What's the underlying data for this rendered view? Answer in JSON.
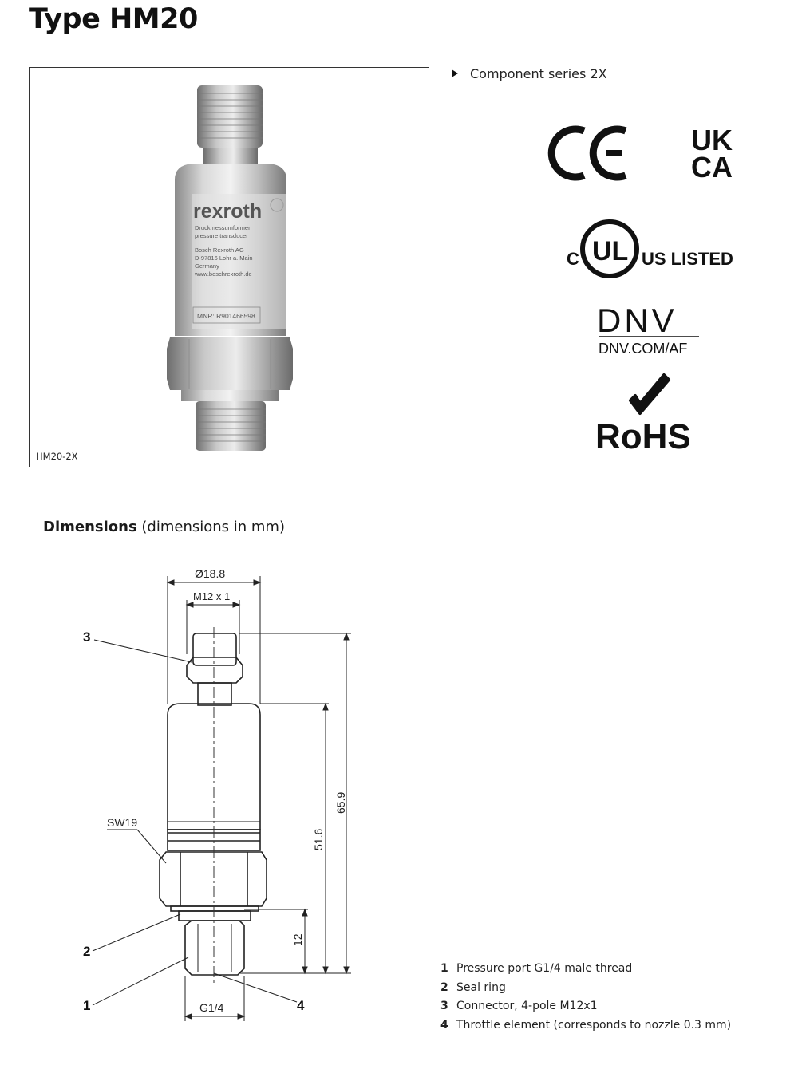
{
  "title": "Type HM20",
  "photo": {
    "caption": "HM20-2X",
    "label_brand": "rexroth",
    "label_line1": "Druckmessumformer",
    "label_line2": "pressure transducer",
    "label_line3": "Bosch Rexroth AG",
    "label_line4": "D-97816 Lohr a. Main",
    "label_line5": "Germany",
    "label_line6": "www.boschrexroth.de",
    "label_mnr": "MNR: R901466598"
  },
  "series": {
    "label": "Component series 2X"
  },
  "certifications": {
    "ce": "CE",
    "ukca_top": "UK",
    "ukca_bottom": "CA",
    "ul_c": "C",
    "ul_mark": "UL",
    "ul_listed": "US LISTED",
    "dnv_name": "DNV",
    "dnv_url": "DNV.COM/AF",
    "rohs": "RoHS"
  },
  "dimensions": {
    "heading_bold": "Dimensions",
    "heading_rest": " (dimensions in mm)",
    "diameter": "Ø18.8",
    "thread": "M12 x 1",
    "overall_length": "65.9",
    "body_length": "51.6",
    "port_length": "12",
    "wrench_size": "SW19",
    "port_thread": "G1/4",
    "callout_1": "1",
    "callout_2": "2",
    "callout_3": "3",
    "callout_4": "4"
  },
  "legend": [
    {
      "num": "1",
      "text": "Pressure port G1/4 male thread"
    },
    {
      "num": "2",
      "text": "Seal ring"
    },
    {
      "num": "3",
      "text": "Connector, 4-pole M12x1"
    },
    {
      "num": "4",
      "text": "Throttle element (corresponds to nozzle 0.3 mm)"
    }
  ]
}
